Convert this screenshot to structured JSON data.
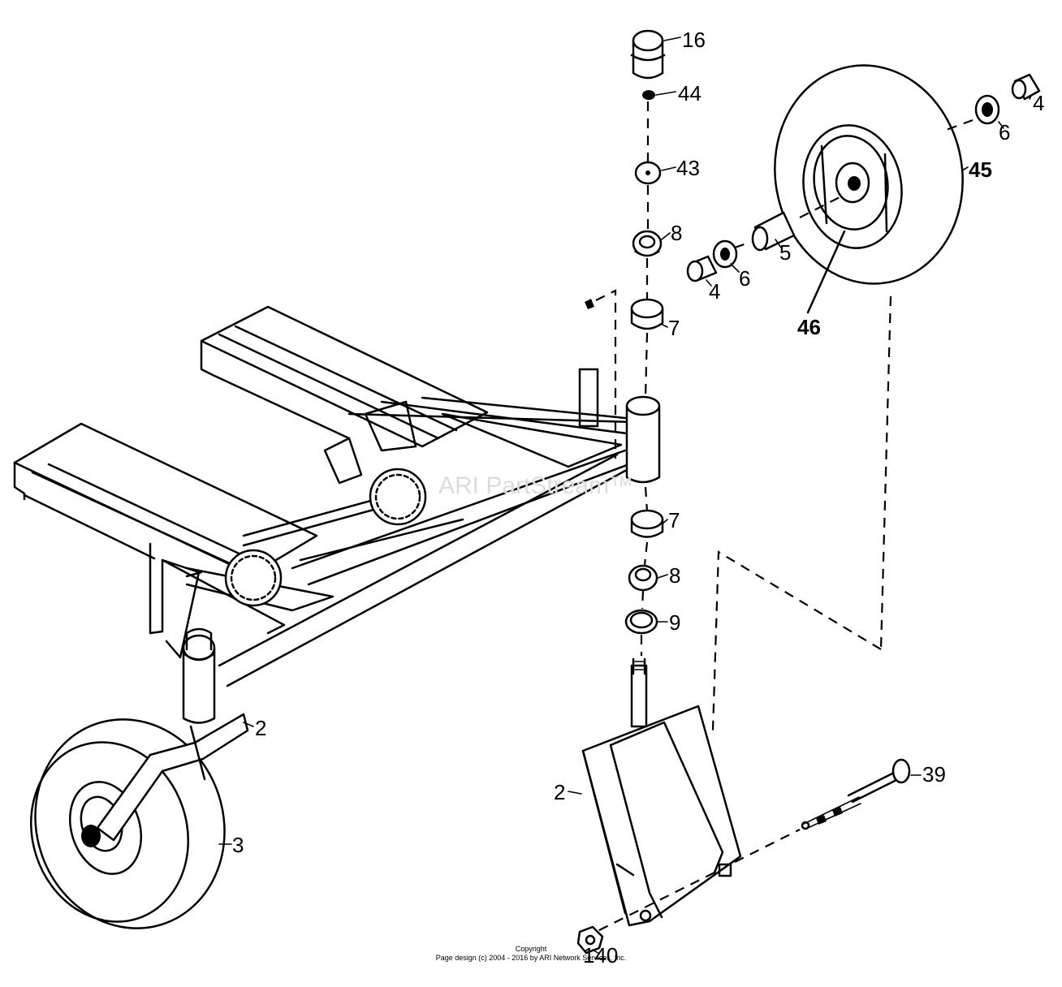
{
  "callouts": {
    "c16": "16",
    "c44": "44",
    "c43": "43",
    "c8_top": "8",
    "c7_top": "7",
    "c7_mid": "7",
    "c8_mid": "8",
    "c9": "9",
    "c4_right": "4",
    "c6_right": "6",
    "c45": "45",
    "c5": "5",
    "c6_left": "6",
    "c4_left": "4",
    "c46": "46",
    "c2_left": "2",
    "c3": "3",
    "c2_right": "2",
    "c39": "39",
    "c140": "140"
  },
  "watermark": "ARI PartStream™",
  "footer": {
    "line1": "Copyright",
    "line2": "Page design (c) 2004 - 2016 by ARI Network Services, Inc."
  }
}
